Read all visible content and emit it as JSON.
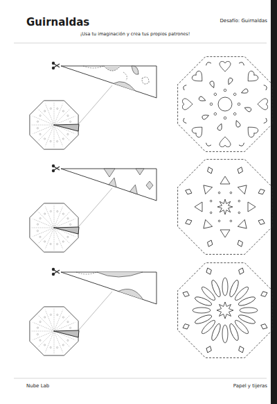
{
  "diagram": {
    "title": "Guirnaldas",
    "labels": [
      "Desafío: Guirnaldas",
      "¡Usa tu imaginación y crea tus propios patrones!",
      "Nube Lab",
      "Papel y tijeras"
    ]
  }
}
